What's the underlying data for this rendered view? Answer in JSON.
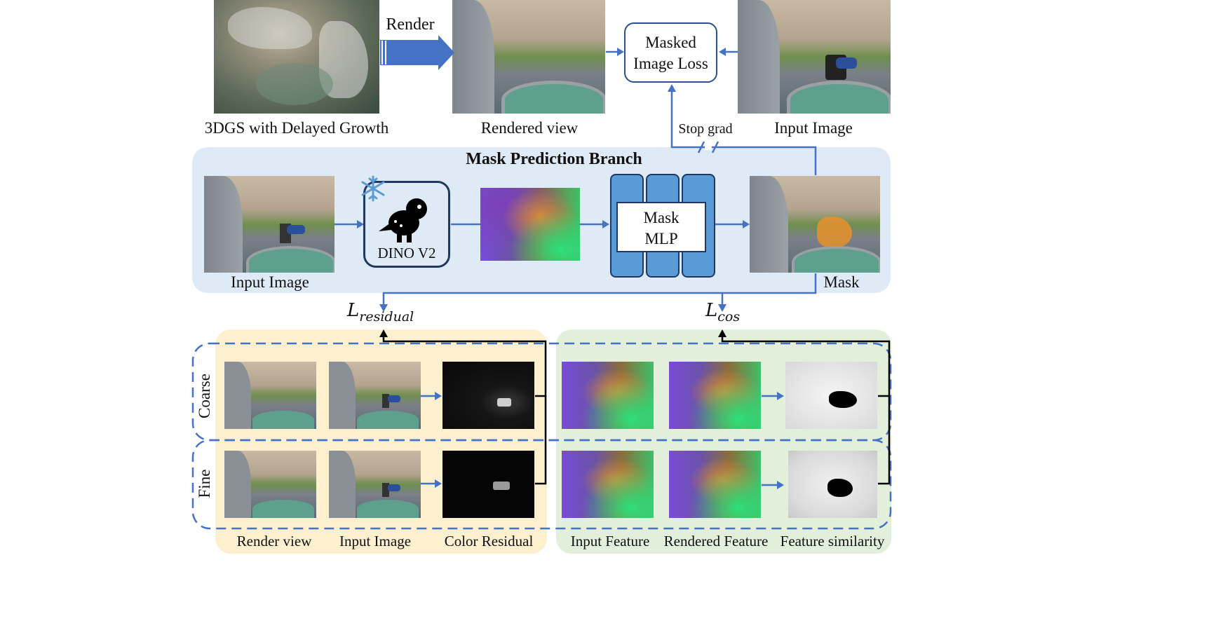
{
  "top": {
    "render_label": "Render",
    "gaussians_caption": "3DGS with Delayed Growth",
    "rendered_view_caption": "Rendered view",
    "loss_box_line1": "Masked",
    "loss_box_line2": "Image Loss",
    "input_image_caption": "Input Image",
    "stop_grad_label": "Stop grad"
  },
  "mask_branch": {
    "title": "Mask Prediction Branch",
    "input_image_caption": "Input Image",
    "dino_label": "DINO V2",
    "mlp_line1": "Mask",
    "mlp_line2": "MLP",
    "mask_caption": "Mask"
  },
  "losses": {
    "residual_main": "L",
    "residual_sub": "residual",
    "cos_main": "L",
    "cos_sub": "cos"
  },
  "rows": {
    "coarse_label": "Coarse",
    "fine_label": "Fine"
  },
  "bottom_captions": {
    "render_view": "Render view",
    "input_image": "Input Image",
    "color_residual": "Color Residual",
    "input_feature": "Input Feature",
    "rendered_feature": "Rendered Feature",
    "feature_similarity": "Feature similarity"
  },
  "colors": {
    "accent_blue": "#4472c4",
    "branch_panel": "#deebf7",
    "residual_panel": "#fdf0cf",
    "feature_panel": "#e2efda",
    "mlp_blue": "#5b9bd5",
    "mask_overlay": "#e8902c"
  },
  "icons": [
    "snowflake-icon",
    "dinosaur-icon"
  ]
}
